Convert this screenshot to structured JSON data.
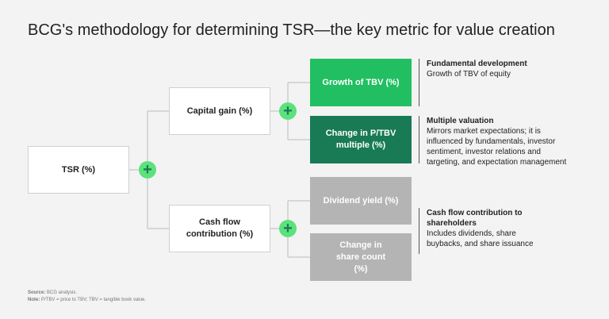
{
  "title": "BCG's methodology for determining TSR—the key metric for value creation",
  "nodes": {
    "tsr": "TSR (%)",
    "capital_gain": "Capital gain (%)",
    "cash_flow": "Cash flow contribution (%)",
    "growth_tbv": "Growth of TBV (%)",
    "change_ptbv": "Change in P/TBV multiple (%)",
    "dividend_yield": "Dividend yield (%)",
    "share_count": "Change in share count (%)"
  },
  "plus_symbol": "+",
  "descriptions": [
    {
      "title": "Fundamental development",
      "text": "Growth of TBV of equity"
    },
    {
      "title": "Multiple valuation",
      "text": "Mirrors market expectations; it is influenced by fundamentals, investor sentiment, investor relations and targeting, and expectation management"
    },
    {
      "title": "Cash flow contribution to shareholders",
      "text": "Includes dividends, share buybacks, and share issuance"
    }
  ],
  "footer": {
    "source_label": "Source:",
    "source": "BCG analysis.",
    "note_label": "Note:",
    "note": "P/TBV = price to TBV; TBV = tangible book value."
  },
  "colors": {
    "green": "#21bf61",
    "dark_green": "#197a56",
    "grey": "#b4b4b4",
    "plus": "#5ce27c"
  }
}
